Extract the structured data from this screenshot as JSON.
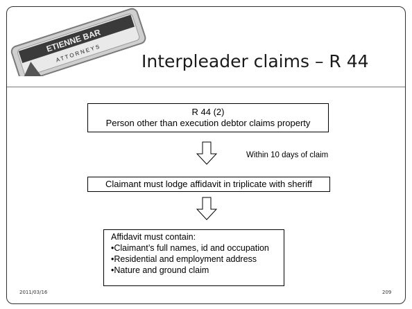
{
  "slide": {
    "title": "Interpleader claims – R 44",
    "footer_date": "2011/03/16",
    "page_number": "209"
  },
  "flowchart": {
    "step1": {
      "line1": "R 44 (2)",
      "line2": "Person other than execution debtor claims property"
    },
    "arrow1_note": "Within 10 days of claim",
    "step2": "Claimant must lodge affidavit in triplicate with sheriff",
    "step3": {
      "heading": "Affidavit must contain:",
      "bullets": [
        "•Claimant’s full names, id and occupation",
        "•Residential and employment address",
        "•Nature and ground claim"
      ]
    }
  },
  "logo": {
    "text_top": "ETIENNE BAR",
    "text_bottom": "A T T O R N E Y S"
  }
}
